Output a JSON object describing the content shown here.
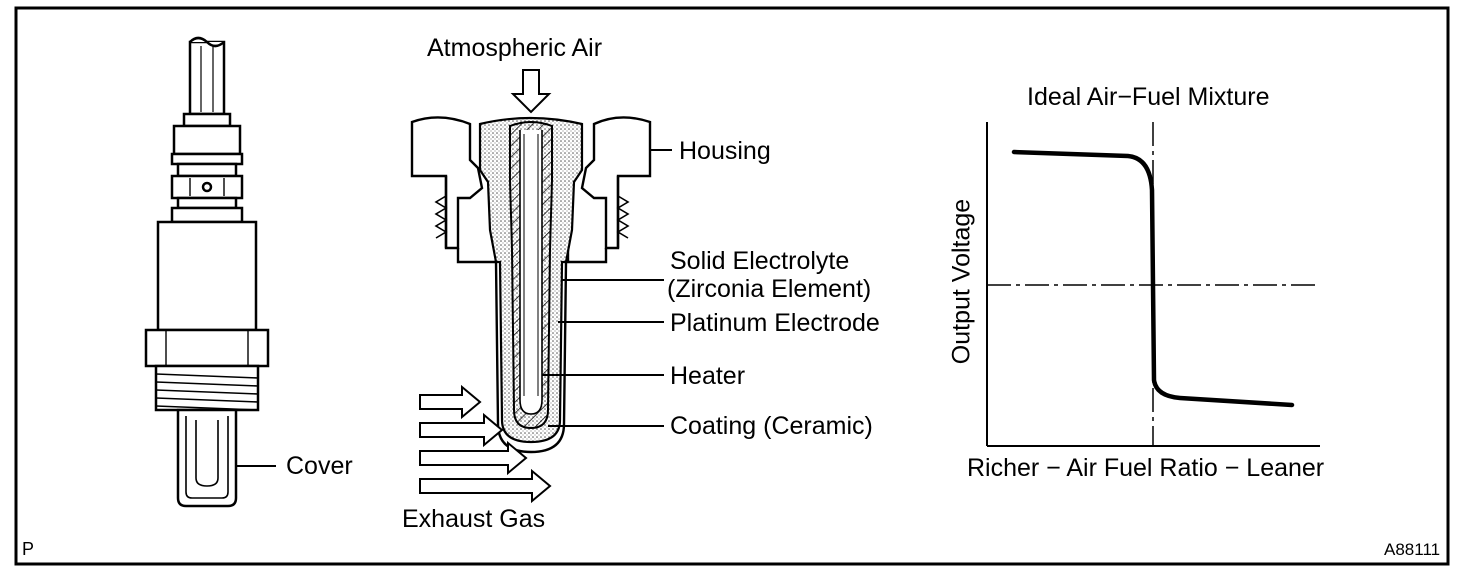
{
  "labels": {
    "atmospheric_air": "Atmospheric Air",
    "housing": "Housing",
    "solid_electrolyte_1": "Solid Electrolyte",
    "solid_electrolyte_2": "(Zirconia Element)",
    "platinum_electrode": "Platinum Electrode",
    "heater": "Heater",
    "coating": "Coating (Ceramic)",
    "exhaust_gas": "Exhaust Gas",
    "cover": "Cover"
  },
  "chart": {
    "title": "Ideal Air−Fuel Mixture",
    "ylabel": "Output Voltage",
    "xlabel": "Richer − Air Fuel Ratio − Leaner"
  },
  "corner": {
    "left": "P",
    "right": "A88111"
  },
  "colors": {
    "ink": "#000000",
    "stipple": "#bfbfbf",
    "paper": "#ffffff"
  }
}
